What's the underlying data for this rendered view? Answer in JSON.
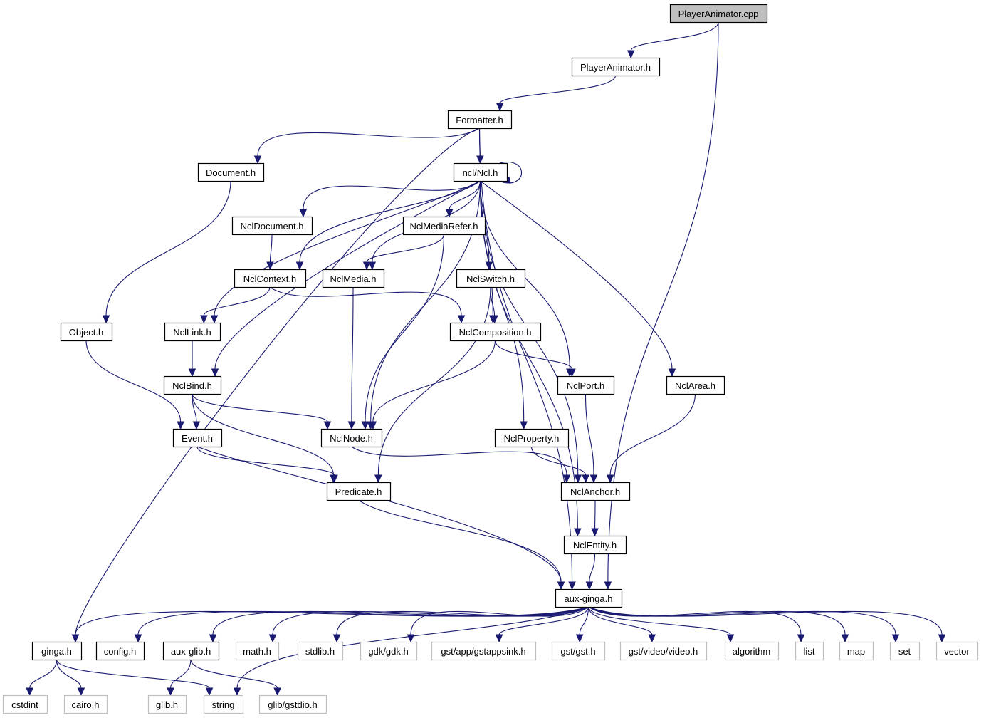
{
  "title": "PlayerAnimator.cpp include dependency graph",
  "colors": {
    "edge": "#191970",
    "root_fill": "#bfbfbf",
    "node_border": "#000000",
    "external_border": "#bfbfbf"
  },
  "nodes": [
    {
      "id": "root",
      "label": "PlayerAnimator.cpp",
      "kind": "root"
    },
    {
      "id": "pah",
      "label": "PlayerAnimator.h",
      "kind": "file"
    },
    {
      "id": "fmt",
      "label": "Formatter.h",
      "kind": "file"
    },
    {
      "id": "doc",
      "label": "Document.h",
      "kind": "file"
    },
    {
      "id": "ncl",
      "label": "ncl/Ncl.h",
      "kind": "file"
    },
    {
      "id": "ndoc",
      "label": "NclDocument.h",
      "kind": "file"
    },
    {
      "id": "nmr",
      "label": "NclMediaRefer.h",
      "kind": "file"
    },
    {
      "id": "nctx",
      "label": "NclContext.h",
      "kind": "file"
    },
    {
      "id": "nmed",
      "label": "NclMedia.h",
      "kind": "file"
    },
    {
      "id": "nsw",
      "label": "NclSwitch.h",
      "kind": "file"
    },
    {
      "id": "obj",
      "label": "Object.h",
      "kind": "file"
    },
    {
      "id": "nlink",
      "label": "NclLink.h",
      "kind": "file"
    },
    {
      "id": "ncomp",
      "label": "NclComposition.h",
      "kind": "file"
    },
    {
      "id": "nbind",
      "label": "NclBind.h",
      "kind": "file"
    },
    {
      "id": "nport",
      "label": "NclPort.h",
      "kind": "file"
    },
    {
      "id": "narea",
      "label": "NclArea.h",
      "kind": "file"
    },
    {
      "id": "evt",
      "label": "Event.h",
      "kind": "file"
    },
    {
      "id": "nnode",
      "label": "NclNode.h",
      "kind": "file"
    },
    {
      "id": "nprop",
      "label": "NclProperty.h",
      "kind": "file"
    },
    {
      "id": "pred",
      "label": "Predicate.h",
      "kind": "file"
    },
    {
      "id": "nanc",
      "label": "NclAnchor.h",
      "kind": "file"
    },
    {
      "id": "nent",
      "label": "NclEntity.h",
      "kind": "file"
    },
    {
      "id": "aux",
      "label": "aux-ginga.h",
      "kind": "file"
    },
    {
      "id": "ginga",
      "label": "ginga.h",
      "kind": "file"
    },
    {
      "id": "config",
      "label": "config.h",
      "kind": "file"
    },
    {
      "id": "auxglib",
      "label": "aux-glib.h",
      "kind": "file"
    },
    {
      "id": "math",
      "label": "math.h",
      "kind": "external"
    },
    {
      "id": "stdlib",
      "label": "stdlib.h",
      "kind": "external"
    },
    {
      "id": "gdk",
      "label": "gdk/gdk.h",
      "kind": "external"
    },
    {
      "id": "gstapp",
      "label": "gst/app/gstappsink.h",
      "kind": "external"
    },
    {
      "id": "gst",
      "label": "gst/gst.h",
      "kind": "external"
    },
    {
      "id": "gstvid",
      "label": "gst/video/video.h",
      "kind": "external"
    },
    {
      "id": "algo",
      "label": "algorithm",
      "kind": "external"
    },
    {
      "id": "list",
      "label": "list",
      "kind": "external"
    },
    {
      "id": "map",
      "label": "map",
      "kind": "external"
    },
    {
      "id": "set",
      "label": "set",
      "kind": "external"
    },
    {
      "id": "vector",
      "label": "vector",
      "kind": "external"
    },
    {
      "id": "cstdint",
      "label": "cstdint",
      "kind": "external"
    },
    {
      "id": "cairo",
      "label": "cairo.h",
      "kind": "external"
    },
    {
      "id": "glib",
      "label": "glib.h",
      "kind": "external"
    },
    {
      "id": "string",
      "label": "string",
      "kind": "external"
    },
    {
      "id": "gstdio",
      "label": "glib/gstdio.h",
      "kind": "external"
    }
  ],
  "edges": [
    [
      "root",
      "pah"
    ],
    [
      "root",
      "aux"
    ],
    [
      "pah",
      "fmt"
    ],
    [
      "fmt",
      "ginga"
    ],
    [
      "fmt",
      "doc"
    ],
    [
      "fmt",
      "ncl"
    ],
    [
      "fmt",
      "aux"
    ],
    [
      "doc",
      "obj"
    ],
    [
      "ncl",
      "ncl"
    ],
    [
      "ncl",
      "ndoc"
    ],
    [
      "ncl",
      "nmr"
    ],
    [
      "ncl",
      "nctx"
    ],
    [
      "ncl",
      "nmed"
    ],
    [
      "ncl",
      "nsw"
    ],
    [
      "ncl",
      "nlink"
    ],
    [
      "ncl",
      "nbind"
    ],
    [
      "ncl",
      "nnode"
    ],
    [
      "ncl",
      "ncomp"
    ],
    [
      "ncl",
      "nport"
    ],
    [
      "ncl",
      "narea"
    ],
    [
      "ncl",
      "nprop"
    ],
    [
      "ncl",
      "nanc"
    ],
    [
      "ncl",
      "nent"
    ],
    [
      "ndoc",
      "nctx"
    ],
    [
      "nmr",
      "nmed"
    ],
    [
      "nmr",
      "nnode"
    ],
    [
      "nctx",
      "nlink"
    ],
    [
      "nctx",
      "ncomp"
    ],
    [
      "nmed",
      "nnode"
    ],
    [
      "nsw",
      "ncomp"
    ],
    [
      "nsw",
      "pred"
    ],
    [
      "obj",
      "evt"
    ],
    [
      "nlink",
      "nbind"
    ],
    [
      "ncomp",
      "nnode"
    ],
    [
      "ncomp",
      "nport"
    ],
    [
      "nbind",
      "evt"
    ],
    [
      "nbind",
      "nnode"
    ],
    [
      "nbind",
      "pred"
    ],
    [
      "nport",
      "nanc"
    ],
    [
      "narea",
      "nanc"
    ],
    [
      "evt",
      "pred"
    ],
    [
      "evt",
      "aux"
    ],
    [
      "nnode",
      "nanc"
    ],
    [
      "nprop",
      "nanc"
    ],
    [
      "pred",
      "aux"
    ],
    [
      "nanc",
      "nent"
    ],
    [
      "nent",
      "aux"
    ],
    [
      "aux",
      "ginga"
    ],
    [
      "aux",
      "config"
    ],
    [
      "aux",
      "auxglib"
    ],
    [
      "aux",
      "math"
    ],
    [
      "aux",
      "stdlib"
    ],
    [
      "aux",
      "gdk"
    ],
    [
      "aux",
      "gstapp"
    ],
    [
      "aux",
      "gst"
    ],
    [
      "aux",
      "gstvid"
    ],
    [
      "aux",
      "algo"
    ],
    [
      "aux",
      "list"
    ],
    [
      "aux",
      "map"
    ],
    [
      "aux",
      "set"
    ],
    [
      "aux",
      "vector"
    ],
    [
      "aux",
      "string"
    ],
    [
      "ginga",
      "cstdint"
    ],
    [
      "ginga",
      "cairo"
    ],
    [
      "ginga",
      "string"
    ],
    [
      "auxglib",
      "glib"
    ],
    [
      "auxglib",
      "gstdio"
    ]
  ]
}
